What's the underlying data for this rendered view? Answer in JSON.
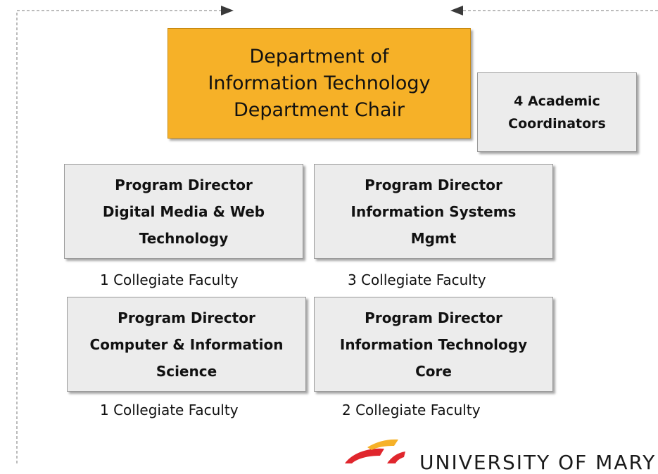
{
  "chair": {
    "title": "Department of\nInformation Technology\nDepartment Chair"
  },
  "coordinators": {
    "label": "4 Academic\nCoordinators"
  },
  "programs": [
    {
      "title": "Program Director\nDigital Media & Web\nTechnology",
      "faculty": "1 Collegiate Faculty"
    },
    {
      "title": "Program Director\nInformation Systems\nMgmt",
      "faculty": "3 Collegiate Faculty"
    },
    {
      "title": "Program Director\nComputer & Information\nScience",
      "faculty": "1 Collegiate Faculty"
    },
    {
      "title": "Program Director\nInformation Technology\nCore",
      "faculty": "2 Collegiate Faculty"
    }
  ],
  "logo": {
    "text": "UNIVERSITY OF MARY",
    "colors": {
      "red": "#e0262d",
      "gold": "#f6b128"
    }
  },
  "colors": {
    "chair_fill": "#f6b128",
    "box_fill": "#ececec",
    "connector": "#777777"
  }
}
